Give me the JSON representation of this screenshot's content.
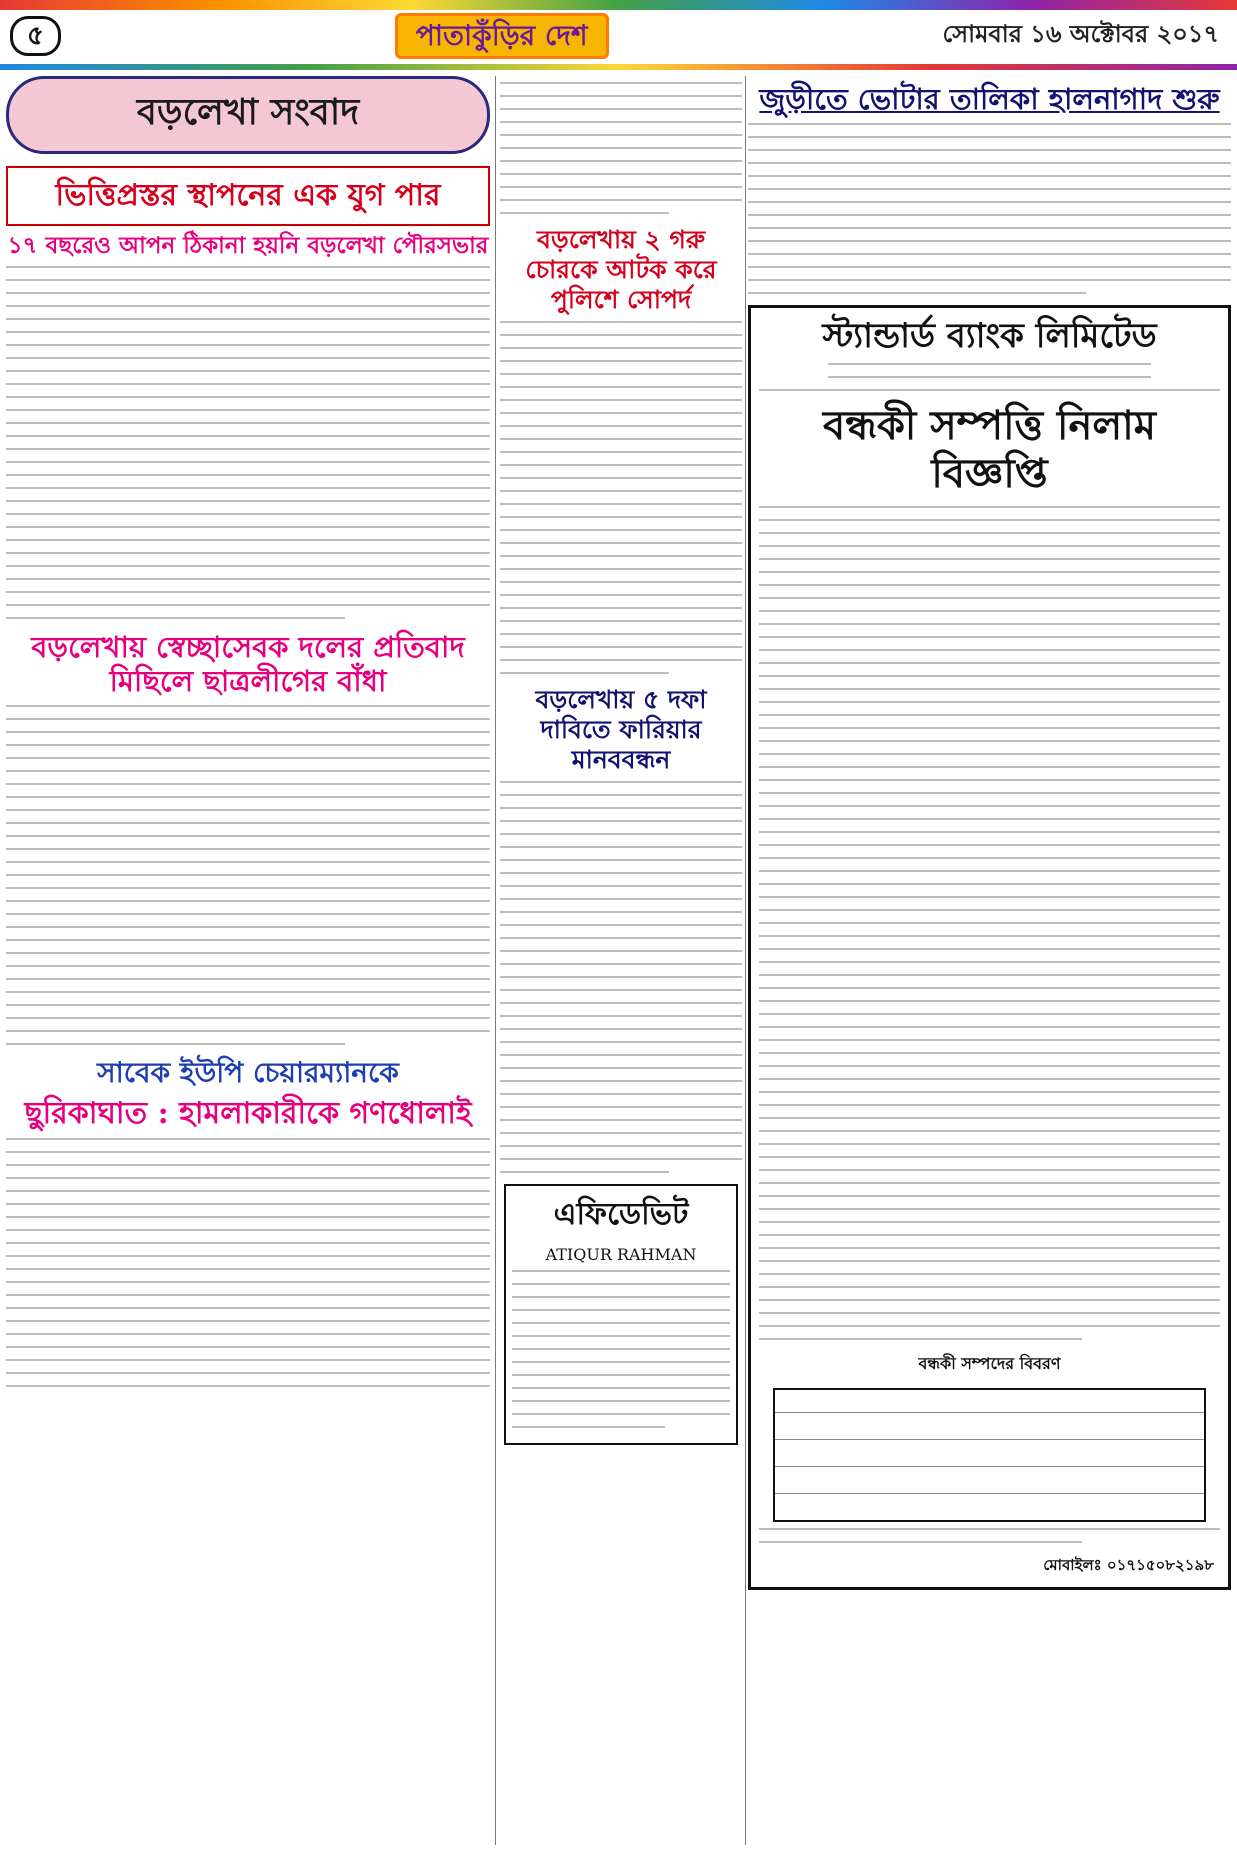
{
  "header": {
    "page_number": "৫",
    "masthead": "পাতাকুঁড়ির দেশ",
    "date": "সোমবার ১৬ অক্টোবর ২০১৭"
  },
  "left": {
    "section_title": "বড়লেখা সংবাদ",
    "headline1": "ভিত্তিপ্রস্তর স্থাপনের এক যুগ পার",
    "headline1_sub": "১৭ বছরেও আপন ঠিকানা হয়নি বড়লেখা পৌরসভার",
    "headline2": "বড়লেখায় স্বেচ্ছাসেবক দলের প্রতিবাদ মিছিলে ছাত্রলীগের বাঁধা",
    "headline3": "সাবেক ইউপি চেয়ারম্যানকে",
    "headline3_sub": "ছুরিকাঘাত : হামলাকারীকে গণধোলাই"
  },
  "middle": {
    "headline1": "বড়লেখায় ২ গরু চোরকে আটক করে পুলিশে সোপর্দ",
    "headline2": "বড়লেখায় ৫ দফা দাবিতে ফারিয়ার মানববন্ধন",
    "affidavit_title": "এফিডেভিট",
    "affidavit_name": "ATIQUR RAHMAN"
  },
  "right": {
    "headline": "জুড়ীতে ভোটার তালিকা হালনাগাদ শুরু",
    "bank": "স্ট্যান্ডার্ড ব্যাংক লিমিটেড",
    "notice": "বন্ধকী সম্পত্তি নিলাম বিজ্ঞপ্তি",
    "schedule_title": "বন্ধকী সম্পদের বিবরণ",
    "phone": "মোবাইলঃ ০১৭১৫০৮২১৯৮"
  }
}
